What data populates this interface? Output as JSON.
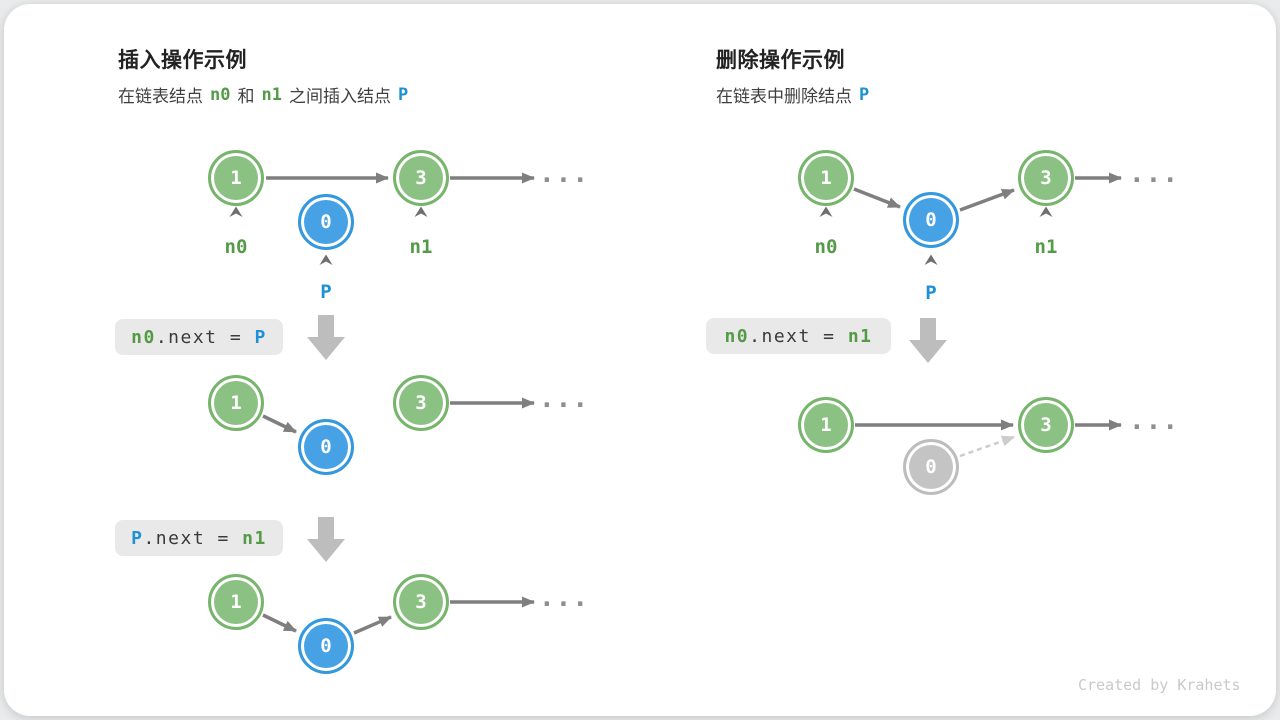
{
  "insert_section": {
    "title": "插入操作示例",
    "subtitle": {
      "t1": "在链表结点",
      "c1": "n0",
      "t2": "和",
      "c2": "n1",
      "t3": "之间插入结点",
      "c3": "P"
    }
  },
  "delete_section": {
    "title": "删除操作示例",
    "subtitle": {
      "t1": "在链表中删除结点",
      "c1": "P"
    }
  },
  "code_labels": {
    "insert_step1": {
      "var1": "n0",
      "op": ".next = ",
      "var2": "P"
    },
    "insert_step2": {
      "var1": "P",
      "op": ".next = ",
      "var2": "n1"
    },
    "delete_step1": {
      "var1": "n0",
      "op": ".next = ",
      "var2": "n1"
    }
  },
  "diagrams": {
    "insert_initial": {
      "nodes": {
        "first": "1",
        "inserted": "0",
        "second": "3"
      },
      "pointers": {
        "n0": "n0",
        "p": "P",
        "n1": "n1"
      },
      "ellipsis": "..."
    },
    "insert_step1": {
      "nodes": {
        "first": "1",
        "inserted": "0",
        "second": "3"
      },
      "ellipsis": "..."
    },
    "insert_step2": {
      "nodes": {
        "first": "1",
        "inserted": "0",
        "second": "3"
      },
      "ellipsis": "..."
    },
    "delete_initial": {
      "nodes": {
        "first": "1",
        "target": "0",
        "second": "3"
      },
      "pointers": {
        "n0": "n0",
        "p": "P",
        "n1": "n1"
      },
      "ellipsis": "..."
    },
    "delete_final": {
      "nodes": {
        "first": "1",
        "removed": "0",
        "second": "3"
      },
      "ellipsis": "..."
    }
  },
  "colors": {
    "node_green": "#8bc182",
    "node_blue": "#46a2e5",
    "node_gray": "#c4c4c4",
    "text_green": "#549b47",
    "text_blue": "#1e91d6",
    "arrow_gray": "#7f7f7f",
    "code_bg": "#e9e9e9"
  },
  "footer": {
    "credit": "Created by Krahets"
  }
}
